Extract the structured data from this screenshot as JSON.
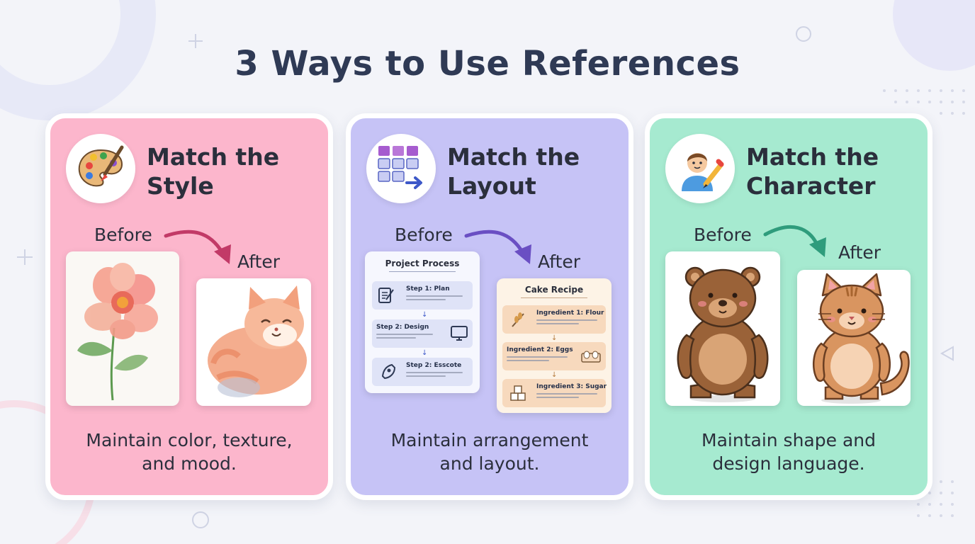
{
  "page": {
    "title": "3 Ways to Use References"
  },
  "labels": {
    "before": "Before",
    "after": "After"
  },
  "cards": [
    {
      "title_line1": "Match the",
      "title_line2": "Style",
      "icon": "palette-icon",
      "description_line1": "Maintain color, texture,",
      "description_line2": "and mood.",
      "bg_color": "#fcb6cc",
      "arrow_color": "#c23a67"
    },
    {
      "title_line1": "Match the",
      "title_line2": "Layout",
      "icon": "grid-layout-icon",
      "description_line1": "Maintain arrangement",
      "description_line2": "and layout.",
      "bg_color": "#c6c3f6",
      "arrow_color": "#6a4fc3",
      "before_doc": {
        "title": "Project Process",
        "steps": [
          "Step 1: Plan",
          "Step 2: Design",
          "Step 2: Esscote"
        ]
      },
      "after_doc": {
        "title": "Cake Recipe",
        "steps": [
          "Ingredient 1: Flour",
          "Ingredient 2: Eggs",
          "Ingredient 3: Sugar"
        ]
      }
    },
    {
      "title_line1": "Match the",
      "title_line2": "Character",
      "icon": "person-pencil-icon",
      "description_line1": "Maintain shape and",
      "description_line2": "design language.",
      "bg_color": "#a6ead0",
      "arrow_color": "#2f9c7c"
    }
  ]
}
